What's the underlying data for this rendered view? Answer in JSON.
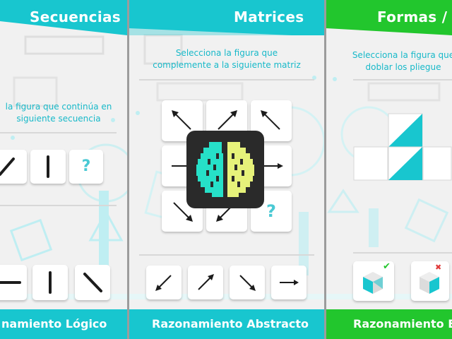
{
  "colors": {
    "teal": "#18c6cf",
    "green": "#22c62d",
    "prompt_text": "#18b9c9",
    "question_mark": "#4ac9d4",
    "arrow": "#1c1c1c",
    "logo_bg": "#2a2a2a",
    "logo_left": "#26e0c8",
    "logo_right": "#e6f27a",
    "correct": "#22c62d",
    "wrong": "#e03a3a"
  },
  "panels": {
    "sequences": {
      "title": "Secuencias",
      "prompt_lines": [
        "la figura que continúa en",
        "siguiente secuencia"
      ],
      "question_mark": "?",
      "footer": "namiento Lógico",
      "sequence_icons": [
        "slash-line-icon",
        "vertical-line-icon",
        "question-mark-icon"
      ],
      "option_icons": [
        "horizontal-line-icon",
        "vertical-line-icon",
        "backslash-line-icon"
      ]
    },
    "matrices": {
      "title": "Matrices",
      "prompt_lines": [
        "Selecciona la figura que",
        "complemente a la siguiente matriz"
      ],
      "question_mark": "?",
      "footer": "Razonamiento Abstracto",
      "grid_icons": [
        "arrow-up-left-icon",
        "arrow-up-right-icon",
        "arrow-up-left-icon",
        "arrow-left-icon",
        "hidden",
        "arrow-right-icon",
        "arrow-down-right-icon",
        "arrow-down-left-icon",
        "question-mark-icon"
      ],
      "option_icons": [
        "arrow-down-left-icon",
        "arrow-up-right-icon",
        "arrow-down-right-icon",
        "arrow-right-icon"
      ]
    },
    "shapes": {
      "title": "Formas / F",
      "prompt_lines": [
        "Selecciona la figura que",
        "doblar los pliegue"
      ],
      "footer": "Razonamiento Es",
      "option_status": [
        "correct-check-icon",
        "wrong-cross-icon"
      ],
      "correct_symbol": "✔",
      "wrong_symbol": "✖"
    }
  },
  "logo": {
    "icon": "brain-app-logo-icon"
  }
}
